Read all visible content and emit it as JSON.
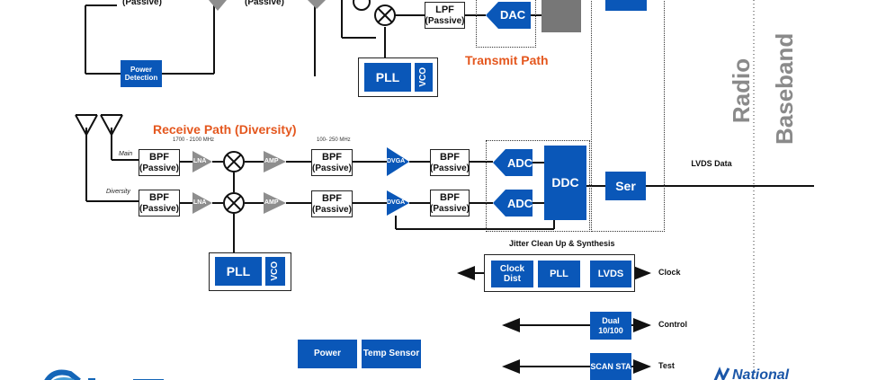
{
  "transmit": {
    "passive_1": "(Passive)",
    "passive_2": "(Passive)",
    "power_detection": "Power Detection",
    "lpf": "LPF",
    "lpf_sub": "(Passive)",
    "dac": "DAC",
    "pll": "PLL",
    "vco": "VCO",
    "title": "Transmit Path"
  },
  "receive": {
    "title": "Receive Path (Diversity)",
    "freq_rf": "1700 -     2100 MHz",
    "freq_if": "100-   250 MHz",
    "main_label": "Main",
    "diversity_label": "Diversity",
    "bpf": "BPF",
    "passive": "(Passive)",
    "lna": "LNA",
    "amp": "AMP",
    "dvga": "DVGA",
    "adc": "ADC",
    "ddc": "DDC",
    "pll": "PLL",
    "vco": "VCO"
  },
  "digital": {
    "ser": "Ser",
    "lvds_data": "LVDS Data",
    "jitter_title": "Jitter Clean Up & Synthesis",
    "clock_dist": "Clock Dist",
    "pll": "PLL",
    "lvds": "LVDS",
    "clock": "Clock",
    "dual": "Dual 10/100",
    "control": "Control",
    "scan": "SCAN STA",
    "test": "Test",
    "power": "Power",
    "temp_sensor": "Temp Sensor"
  },
  "sections": {
    "radio": "Radio",
    "baseband": "Baseband"
  },
  "footer": {
    "logo_right_text": "National"
  },
  "colors": {
    "block_blue": "#0a57b8",
    "title_orange": "#e4571e",
    "section_gray": "#8a8a8a",
    "amp_gray": "#8e8e8e"
  }
}
